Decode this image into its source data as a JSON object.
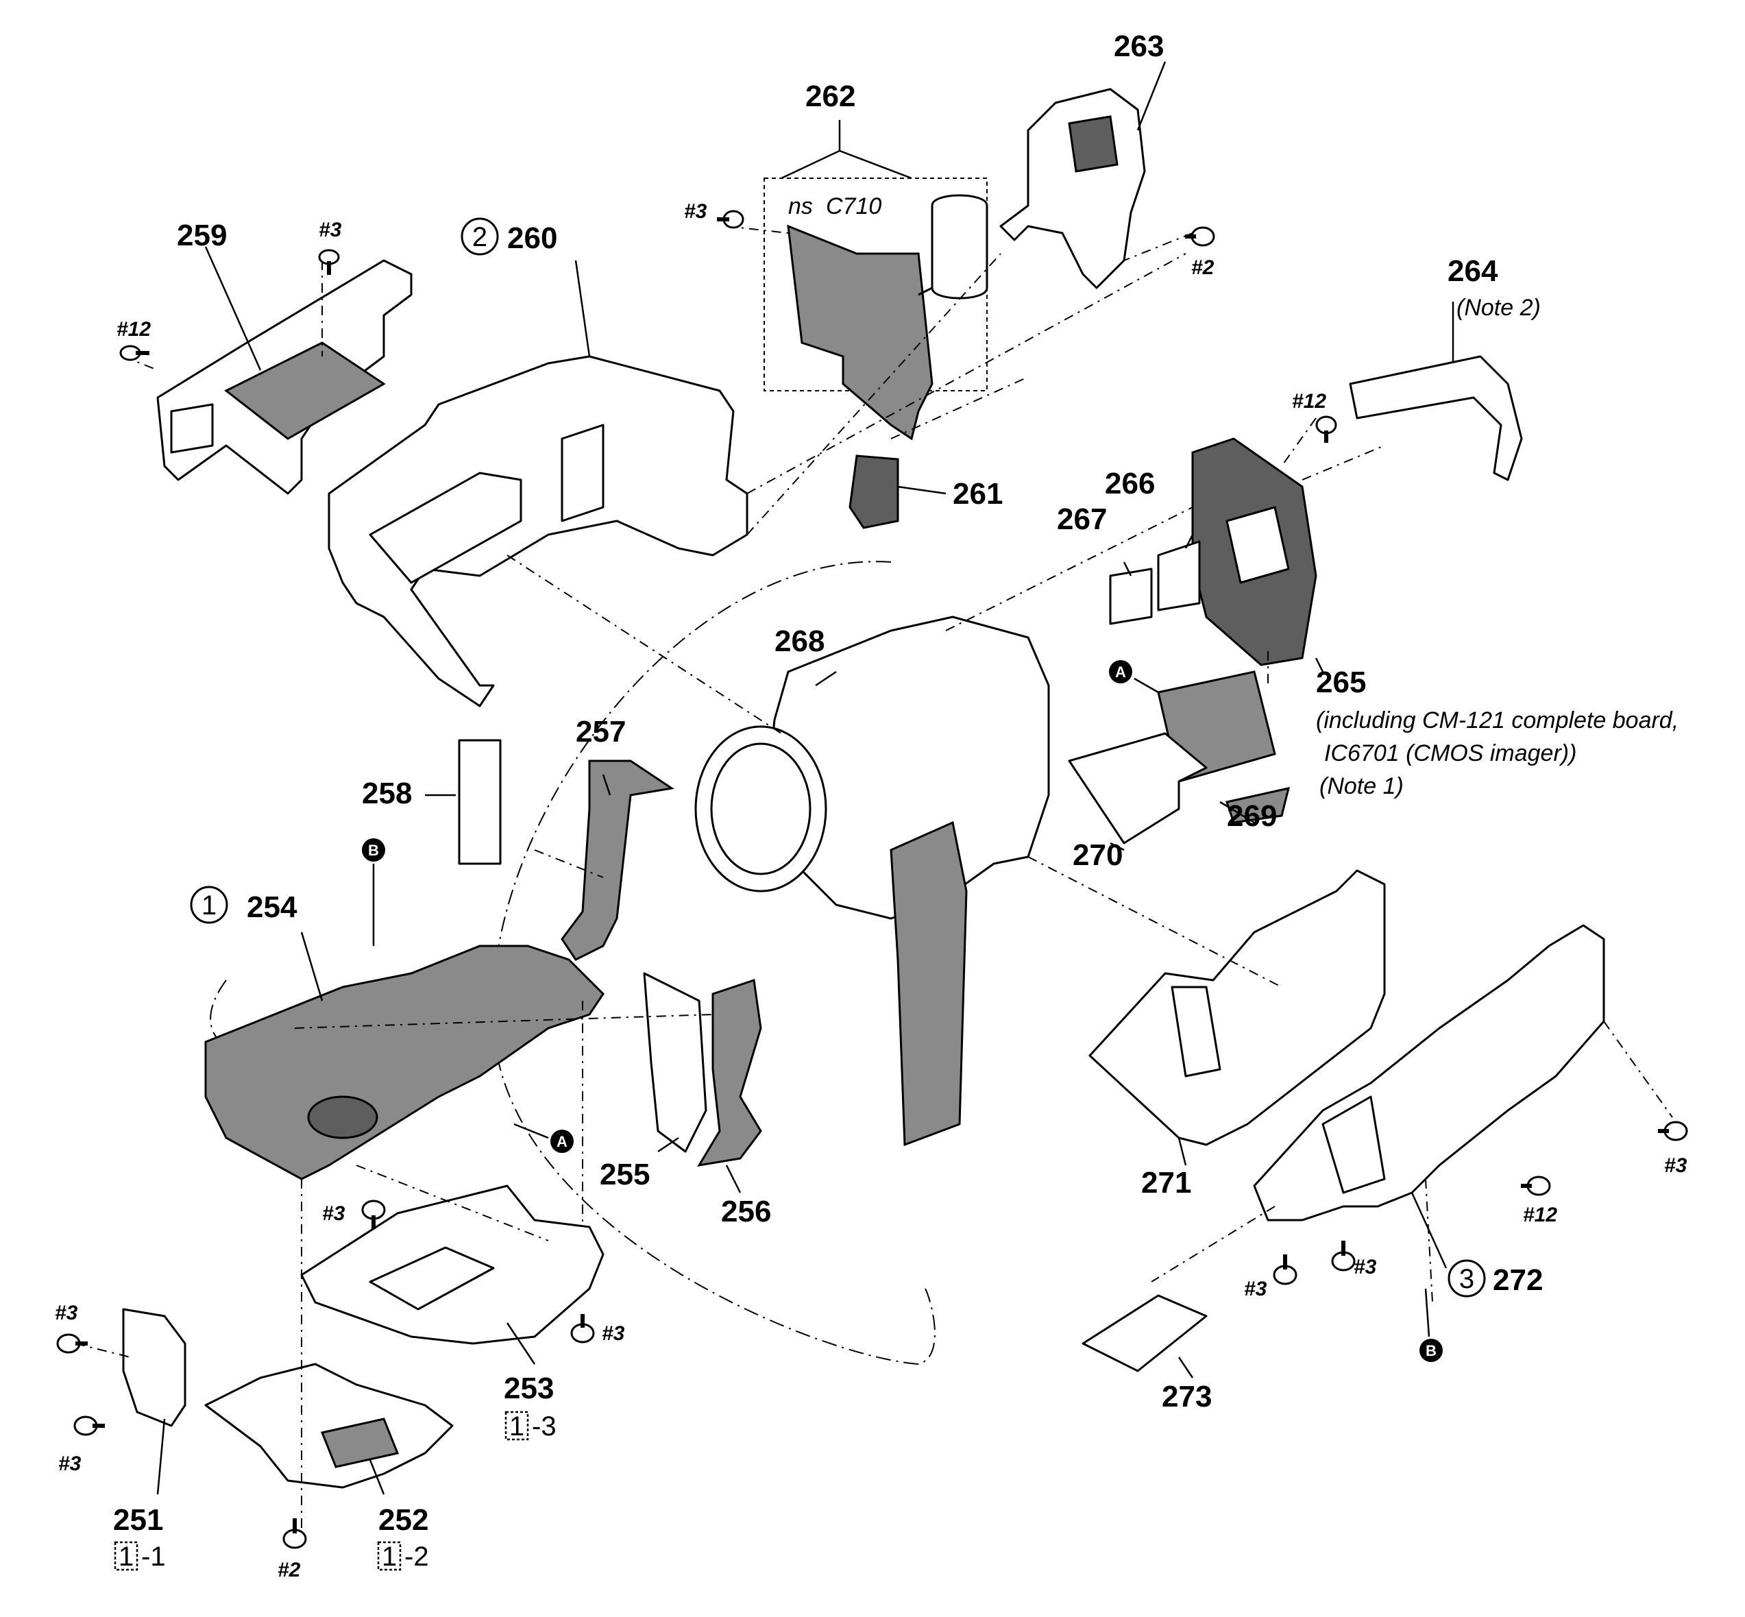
{
  "parts": {
    "p251": {
      "number": "251",
      "ref": "1",
      "ref_suffix": "-1"
    },
    "p252": {
      "number": "252",
      "ref": "1",
      "ref_suffix": "-2"
    },
    "p253": {
      "number": "253",
      "ref": "1",
      "ref_suffix": "-3"
    },
    "p254": {
      "number": "254",
      "index": "1"
    },
    "p255": {
      "number": "255"
    },
    "p256": {
      "number": "256"
    },
    "p257": {
      "number": "257"
    },
    "p258": {
      "number": "258"
    },
    "p259": {
      "number": "259"
    },
    "p260": {
      "number": "260",
      "index": "2"
    },
    "p261": {
      "number": "261"
    },
    "p262": {
      "number": "262",
      "marks": [
        "ns",
        "C710"
      ]
    },
    "p263": {
      "number": "263"
    },
    "p264": {
      "number": "264",
      "note": "(Note 2)"
    },
    "p265": {
      "number": "265",
      "desc_line1": "(including CM-121 complete board,",
      "desc_line2": "IC6701 (CMOS imager))",
      "note": "(Note 1)"
    },
    "p266": {
      "number": "266"
    },
    "p267": {
      "number": "267"
    },
    "p268": {
      "number": "268"
    },
    "p269": {
      "number": "269"
    },
    "p270": {
      "number": "270"
    },
    "p271": {
      "number": "271"
    },
    "p272": {
      "number": "272",
      "index": "3"
    },
    "p273": {
      "number": "273"
    }
  },
  "screws": {
    "s2": "#2",
    "s3": "#3",
    "s12": "#12"
  },
  "markers": {
    "a": "A",
    "b": "B"
  },
  "colors": {
    "line": "#000000",
    "board_fill": "#8a8a8a",
    "board_dark": "#5e5e5e",
    "background": "#ffffff"
  }
}
